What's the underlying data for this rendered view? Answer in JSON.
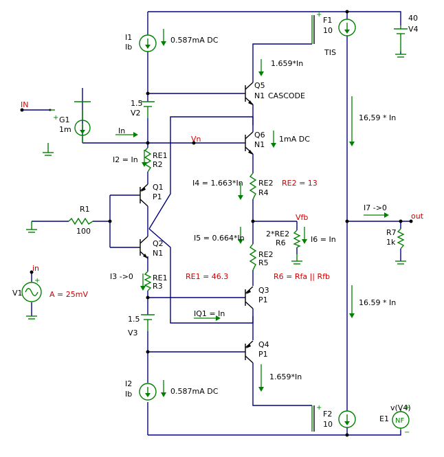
{
  "top_rail_label": "TIS",
  "components": {
    "I1": {
      "name": "I1",
      "value": "Ib",
      "note": "0.587mA DC"
    },
    "I2": {
      "name": "I2",
      "value": "Ib",
      "note": "0.587mA DC"
    },
    "V2": {
      "value": "1.5",
      "name": "V2"
    },
    "V3": {
      "value": "1.5",
      "name": "V3"
    },
    "V4": {
      "value": "40",
      "name": "V4"
    },
    "G1": {
      "name": "G1",
      "value": "1m"
    },
    "RE1_R2": {
      "value": "RE1",
      "name": "R2"
    },
    "RE1_R3": {
      "value": "RE1",
      "name": "R3"
    },
    "R1": {
      "name": "R1",
      "value": "100"
    },
    "Q1": {
      "name": "Q1",
      "model": "P1"
    },
    "Q2": {
      "name": "Q2",
      "model": "N1"
    },
    "Q3": {
      "name": "Q3",
      "model": "P1"
    },
    "Q4": {
      "name": "Q4",
      "model": "P1"
    },
    "Q5": {
      "name": "Q5",
      "model": "N1",
      "note": "CASCODE"
    },
    "Q6": {
      "name": "Q6",
      "model": "N1",
      "note": "1mA DC"
    },
    "RE2_R4": {
      "value": "RE2",
      "name": "R4"
    },
    "RE2_R5": {
      "value": "RE2",
      "name": "R5"
    },
    "R6": {
      "value": "2*RE2",
      "name": "R6"
    },
    "R7": {
      "name": "R7",
      "value": "1k"
    },
    "F1": {
      "name": "F1",
      "value": "10"
    },
    "F2": {
      "name": "F2",
      "value": "10"
    },
    "V1": {
      "name": "V1",
      "note": "A = 25mV"
    },
    "E1": {
      "name": "E1",
      "value": "v(V4)",
      "symbol": "NF"
    }
  },
  "nets": {
    "in_top": "IN",
    "in_src": "in",
    "vn": "Vn",
    "vfb": "Vfb",
    "out": "out"
  },
  "currents": {
    "in_label": "In",
    "i2": "I2 = In",
    "i3": "I3 ->0",
    "iq1": "IQ1 = In",
    "q5": "1.659*In",
    "q4": "1.659*In",
    "i4": "I4 = 1.663*In",
    "i5": "I5 = 0.664*In",
    "i6": "I6 = In",
    "i7": "I7 ->0",
    "upper_tis": "16,59 * In",
    "lower_tis": "16.59 * In"
  },
  "equations": {
    "re2": "RE2 = 13",
    "re1": "RE1 = 46.3",
    "r6": "R6 = Rfa || Rfb"
  },
  "colors": {
    "wire": "#000080",
    "component": "#008000",
    "net_label": "#cc0000",
    "text": "#000000"
  }
}
